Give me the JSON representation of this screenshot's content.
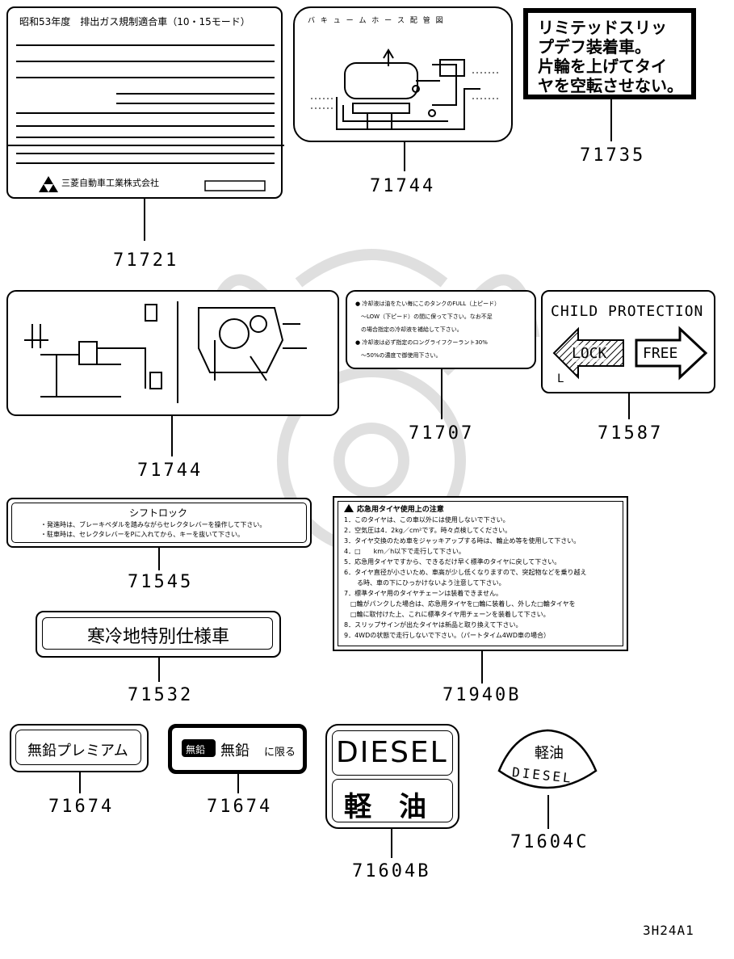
{
  "parts": {
    "p71721": "71721",
    "p71744a": "71744",
    "p71735": "71735",
    "p71744b": "71744",
    "p71707": "71707",
    "p71587": "71587",
    "p71545": "71545",
    "p71940b": "71940B",
    "p71532": "71532",
    "p71674a": "71674",
    "p71674b": "71674",
    "p71604b": "71604B",
    "p71604c": "71604C"
  },
  "labels": {
    "emission_title": "昭和53年度　排出ガス規制適合車（10・15モード）",
    "maker": "三菱自動車工業株式会社",
    "vacuum_title": "バ キ ュ ー ム ホ ー ス 配 管 図",
    "lsd_text": [
      "リミテッドスリッ",
      "プデフ装着車。",
      "片輪を上げてタイ",
      "ヤを空転させない。"
    ],
    "coolant_lines": [
      "● 冷却液は油をたい毎にこのタンクのFULL（上ピード）",
      "　〜LOW（下ピード）の間に保って下さい。なお不足",
      "　の場合指定の冷却液を補給して下さい。",
      "● 冷却液は必ず指定のロングライフクーラント30%",
      "　〜50%の濃度で御使用下さい。"
    ],
    "child_title": "CHILD PROTECTION",
    "lock": "LOCK",
    "free": "FREE",
    "l_mark": "L",
    "shift_title": "シフトロック",
    "shift_lines": [
      "・発進時は、ブレーキペダルを踏みながらセレクタレバーを操作して下さい。",
      "・駐車時は、セレクタレバーをPに入れてから、キーを抜いて下さい。"
    ],
    "cold_spec": "寒冷地特別仕様車",
    "tire_title": "応急用タイヤ使用上の注意",
    "tire_lines": [
      "1．このタイヤは、この車以外には使用しないで下さい。",
      "2．空気圧は4．2kg／cm²です。時々点検してください。",
      "3．タイヤ交換のため車をジャッキアップする時は、輪止め等を使用して下さい。",
      "4．□　　km／h以下で走行して下さい。",
      "5．応急用タイヤですから、できるだけ早く標準のタイヤに戻して下さい。",
      "6．タイヤ直径が小さいため、車高が少し低くなりますので、突起物などを乗り越え",
      "　　る時、車の下にひっかけないよう注意して下さい。",
      "7．標準タイヤ用のタイヤチェーンは装着できません。",
      "　□輪がパンクした場合は、応急用タイヤを□輪に装着し、外した□輪タイヤを",
      "　□輪に取付けた上、これに標準タイヤ用チェーンを装着して下さい。",
      "8．スリップサインが出たタイヤは新品と取り換えて下さい。",
      "9．4WDの状態で走行しないで下さい。（パートタイム4WD車の場合）"
    ],
    "premium": "無鉛プレミアム",
    "unleaded_badge": "無鉛",
    "unleaded_only": "無鉛",
    "unleaded_suffix": "に限る",
    "diesel": "DIESEL",
    "keiyu": "軽　油",
    "keiyu_small": "軽油",
    "diesel_arc": "DIESEL",
    "sheet_code": "3H24A1"
  }
}
